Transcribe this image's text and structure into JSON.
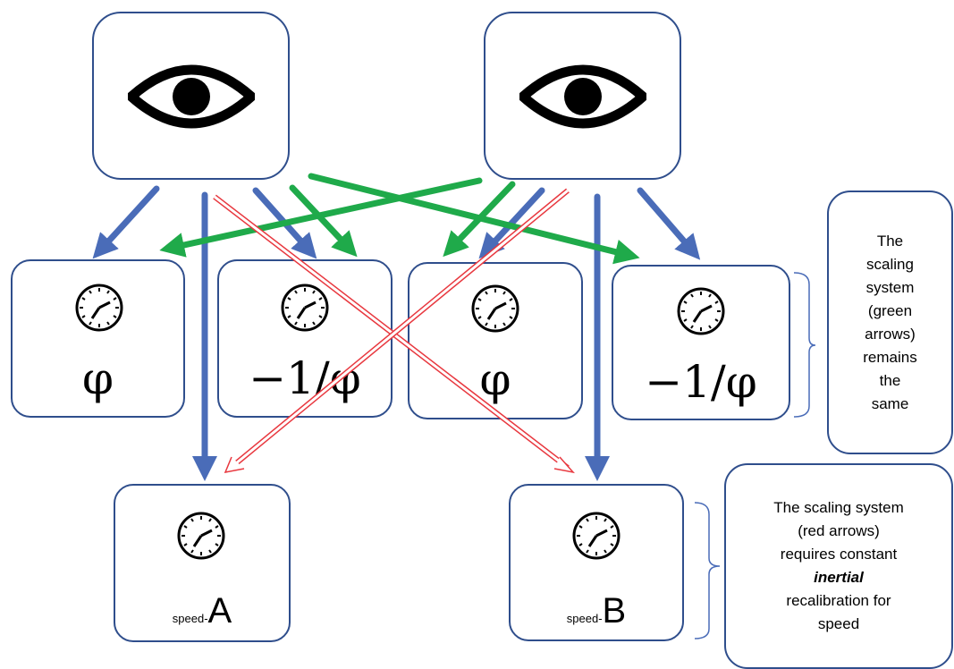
{
  "colors": {
    "box_border": "#2f4e8c",
    "blue_arrow": "#4a6cb8",
    "green_arrow": "#1faa4a",
    "red_arrow": "#e8383f"
  },
  "observers": [
    {
      "icon": "eye-icon"
    },
    {
      "icon": "eye-icon"
    }
  ],
  "clock_boxes": [
    {
      "icon": "clock-icon",
      "label": "φ"
    },
    {
      "icon": "clock-icon",
      "label": "−1/φ"
    },
    {
      "icon": "clock-icon",
      "label": "φ"
    },
    {
      "icon": "clock-icon",
      "label": "−1/φ"
    }
  ],
  "speed_boxes": [
    {
      "icon": "clock-icon",
      "prefix": "speed-",
      "letter": "A"
    },
    {
      "icon": "clock-icon",
      "prefix": "speed-",
      "letter": "B"
    }
  ],
  "notes": {
    "green": [
      "The",
      "scaling",
      "system",
      "(green",
      "arrows)",
      "remains",
      "the",
      "same"
    ],
    "red": {
      "lines_before": [
        "The scaling system",
        "(red arrows)",
        "requires constant"
      ],
      "emphasis": "inertial",
      "lines_after": [
        "recalibration for",
        "speed"
      ]
    }
  }
}
